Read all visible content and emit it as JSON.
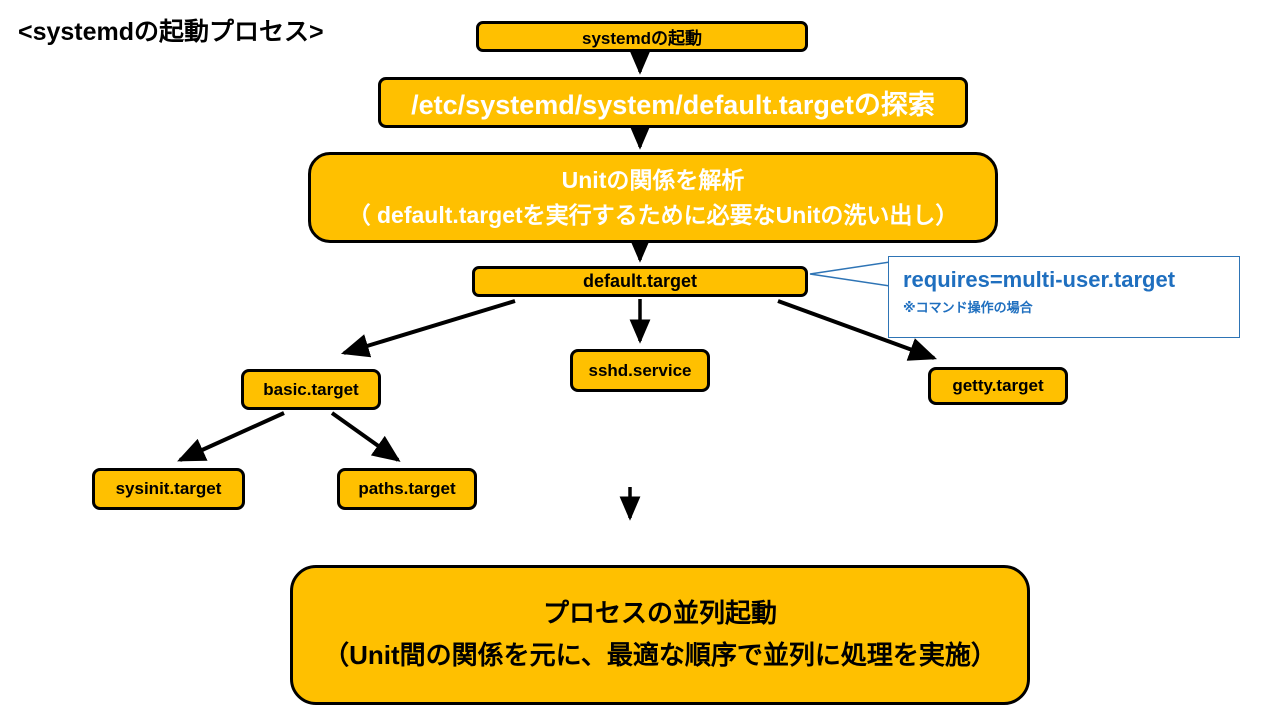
{
  "title": "<systemdの起動プロセス>",
  "colors": {
    "node_fill": "#FFC000",
    "node_border": "#000000",
    "callout_border": "#2E74B5",
    "callout_text": "#1F6FBF",
    "arrow": "#000000"
  },
  "nodes": {
    "start": "systemdの起動",
    "search": "/etc/systemd/system/default.targetの探索",
    "analyze_line1": "Unitの関係を解析",
    "analyze_line2": "（ default.targetを実行するために必要なUnitの洗い出し）",
    "default_target": "default.target",
    "basic_target": "basic.target",
    "sshd_service": "sshd.service",
    "getty_target": "getty.target",
    "sysinit_target": "sysinit.target",
    "paths_target": "paths.target",
    "parallel_line1": "プロセスの並列起動",
    "parallel_line2": "（Unit間の関係を元に、最適な順序で並列に処理を実施）"
  },
  "callout": {
    "line1": "requires=multi-user.target",
    "line2": "※コマンド操作の場合"
  }
}
